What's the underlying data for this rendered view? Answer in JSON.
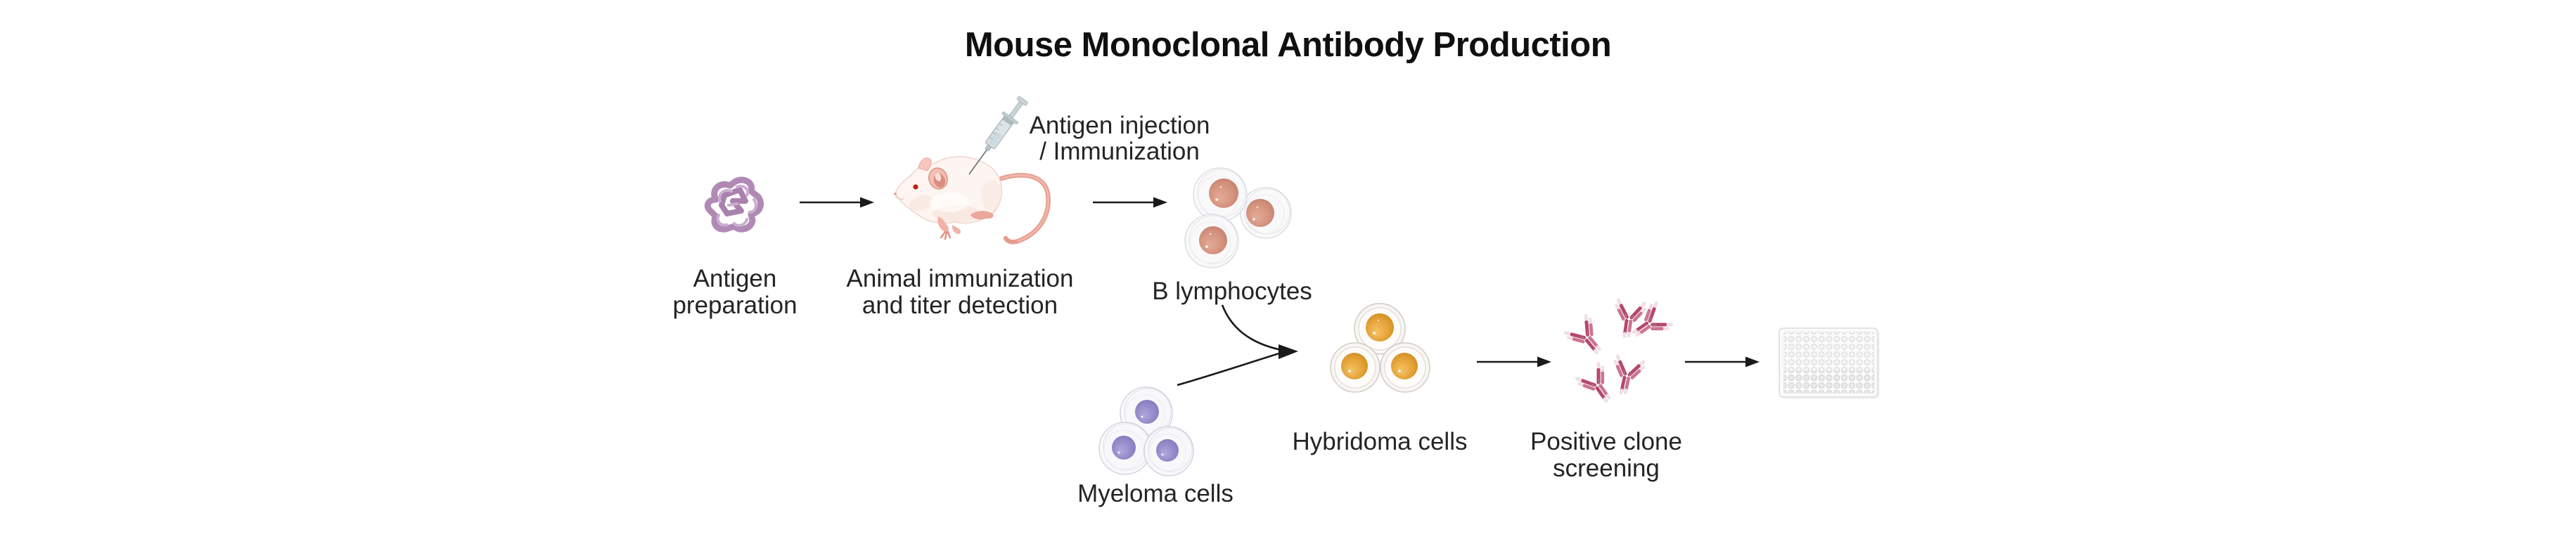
{
  "title": "Mouse Monoclonal Antibody Production",
  "labels": {
    "antigen": "Antigen\npreparation",
    "immunization": "Animal immunization\nand titer detection",
    "injection": "Antigen injection\n/ Immunization",
    "b_cells": "B lymphocytes",
    "myeloma": "Myeloma cells",
    "hybridoma": "Hybridoma cells",
    "screening": "Positive clone\nscreening"
  },
  "colors": {
    "text": "#242424",
    "title_text": "#101010",
    "arrow": "#1a1a1a",
    "antigen_blob": "#b08ab5",
    "b_cell_nucleus": "#cd8a74",
    "myeloma_nucleus": "#8a7cc2",
    "hybridoma_nucleus": "#e19d36",
    "antibody_rose": "#b5486a",
    "antibody_tip": "#f0dfe5",
    "mouse_pink": "#e59b8d",
    "cell_membrane": "#d9d9e0",
    "plate_well": "#d6d6d6"
  }
}
